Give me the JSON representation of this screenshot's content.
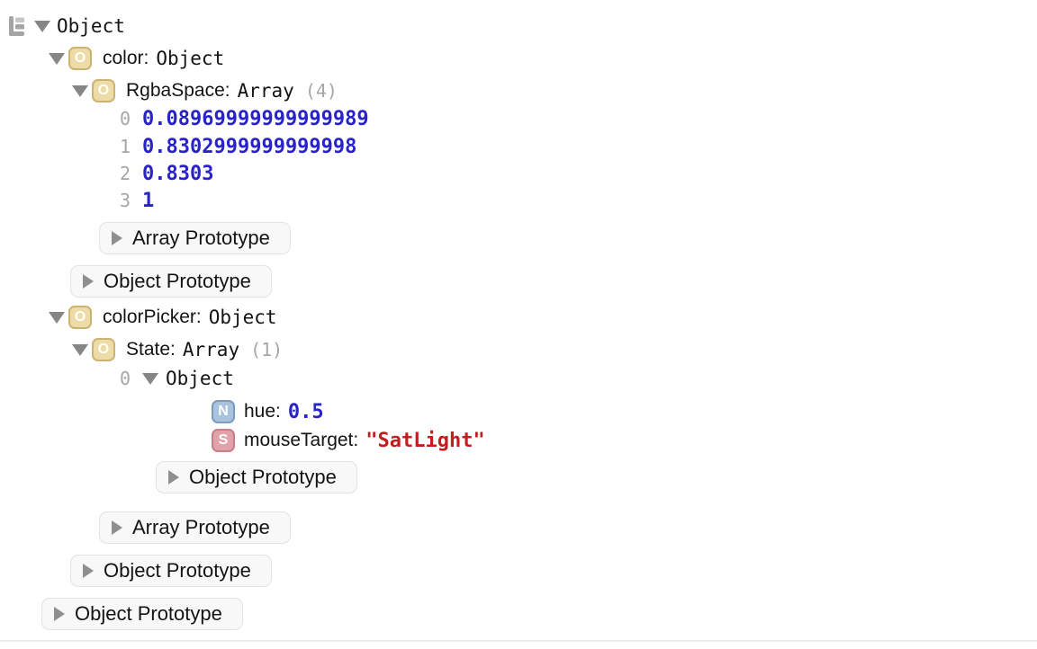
{
  "window": {
    "background": "#ffffff",
    "bottom_divider_color": "#ececec"
  },
  "palette": {
    "number_value_color": "#2823c8",
    "string_value_color": "#c41d1d",
    "muted_gray": "#a6a6a6",
    "badge_object_bg": "#eddca8",
    "badge_object_border": "#cdb272",
    "badge_number_bg": "#a9c3de",
    "badge_number_border": "#7b9cbd",
    "badge_string_bg": "#e2a2aa",
    "badge_string_border": "#c67f89",
    "button_bg": "#f8f8f8",
    "button_border": "#e3e3e3"
  },
  "icons": {
    "tree_icon": "tree-outline-icon",
    "disclosure_open": "triangle-down",
    "disclosure_closed": "triangle-right"
  },
  "tree": {
    "root": {
      "type_label": "Object",
      "prototype_button": "Object Prototype"
    },
    "color": {
      "badge": "O",
      "key": "color:",
      "type_label": "Object",
      "prototype_button": "Object Prototype",
      "rgba_space": {
        "badge": "O",
        "key": "RgbaSpace:",
        "type_label": "Array",
        "count": "(4)",
        "prototype_button": "Array Prototype",
        "items": [
          {
            "index": "0",
            "value": "0.08969999999999989"
          },
          {
            "index": "1",
            "value": "0.8302999999999998"
          },
          {
            "index": "2",
            "value": "0.8303"
          },
          {
            "index": "3",
            "value": "1"
          }
        ]
      }
    },
    "color_picker": {
      "badge": "O",
      "key": "colorPicker:",
      "type_label": "Object",
      "prototype_button": "Object Prototype",
      "state": {
        "badge": "O",
        "key": "State:",
        "type_label": "Array",
        "count": "(1)",
        "prototype_button": "Array Prototype",
        "item0": {
          "index": "0",
          "type_label": "Object",
          "prototype_button": "Object Prototype",
          "hue": {
            "badge": "N",
            "key": "hue:",
            "value": "0.5"
          },
          "mouse_target": {
            "badge": "S",
            "key": "mouseTarget:",
            "value": "\"SatLight\""
          }
        }
      }
    }
  }
}
